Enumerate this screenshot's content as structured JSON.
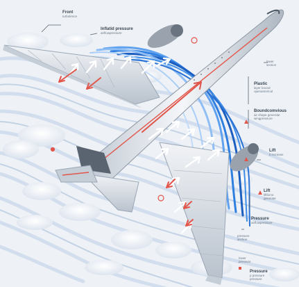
{
  "colors": {
    "sky": "#eef2f7",
    "airflow_light": "#cfdcec",
    "airflow_blue": "#2f7fe0",
    "fuselage": "#dfe4ea",
    "accent_red": "#e2554a"
  },
  "labels": {
    "top_left": {
      "title": "Front",
      "sub": "turbulence"
    },
    "top_center": {
      "title": "Inflatid pressure",
      "sub": "airflowpressure"
    },
    "right_1": {
      "title": "",
      "sub": "lower",
      "sub2": "section"
    },
    "right_2": {
      "title": "Plastic",
      "sub": "layer bound",
      "sub2": "openamerical"
    },
    "right_3": {
      "title": "Boundcomvious",
      "sub": "air shape generate",
      "sub2": "wingpressure"
    },
    "right_4": {
      "title": "Lift",
      "sub": "it increase",
      "sub2": ""
    },
    "right_5": {
      "title": "Lift",
      "sub": "liftforce",
      "sub2": "generate"
    },
    "right_6": {
      "title": "Pressure",
      "sub": "airflowpressure",
      "sub2": ""
    },
    "right_7": {
      "title": "",
      "sub": "pressure",
      "sub2": "section"
    },
    "right_8": {
      "title": "",
      "sub": "lower",
      "sub2": "pressure"
    },
    "bottom_right": {
      "title": "Pressure",
      "sub": "p pressure",
      "sub2": "pressure"
    }
  }
}
